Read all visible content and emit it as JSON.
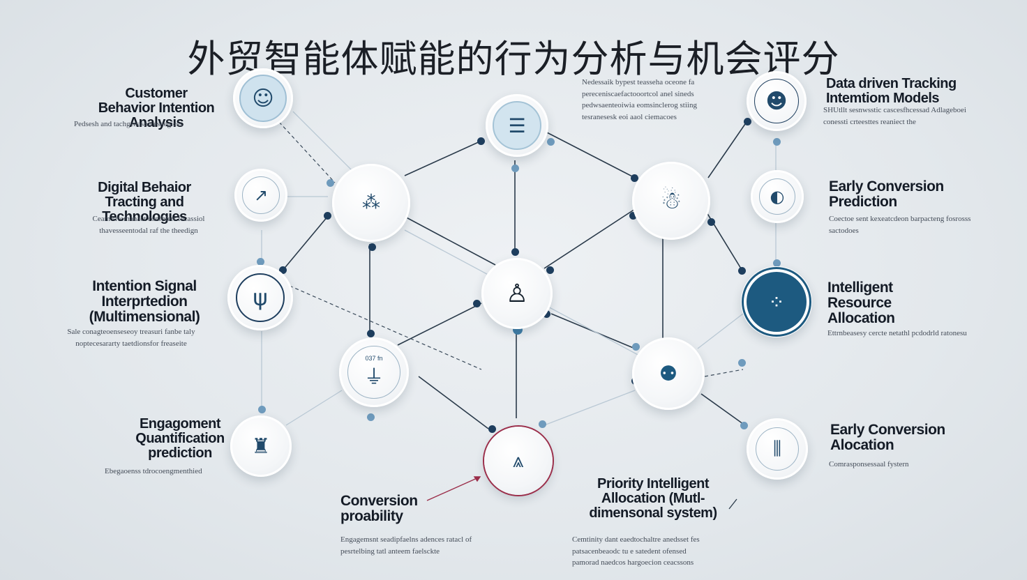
{
  "title": "外贸智能体赋能的行为分析与机会评分",
  "colors": {
    "dark_node": "#1d5a80",
    "accent_ring": "#9b2e4a",
    "line": "#243645",
    "line_light": "#b7c7d3"
  },
  "nodes": [
    {
      "label": "Customer Behavior Intention Analysis",
      "desc": "Pedsesh and tachgenason esnegices",
      "icon": "person-bust-icon"
    },
    {
      "label": "Digital Behaior Tracting and Technologies",
      "desc": "Ceam srtomanact conrhierr fecassiol thavesseentodal raf the theedign",
      "icon": "signal-path-icon"
    },
    {
      "label": "Intention Signal Interprtedion (Multimensional)",
      "desc": "Sale conagteoenseseoy treasuri fanbe taly noptecesararty taetdionsfor freaseite",
      "icon": "interpretation-icon"
    },
    {
      "label": "Engagoment Quantification prediction",
      "desc": "Ebegaoenss tdrocoengmenthied",
      "icon": "bottle-icon"
    },
    {
      "label": "Conversion proability",
      "desc": "Engagemsnt seadipfaelns adences ratacl of pesrtelbing tatl anteem faelsckte",
      "icon": "triangle-marker-icon"
    },
    {
      "label": "Priority Intelligent Allocation (Mutl-dimensonal system)",
      "desc": "Cemtinity dant eaedtochaltre anedsset fes patsacenbeaodc tu e satedent ofensed pamorad naedcos hargoecion ceacssons",
      "icon": "priority-icon"
    },
    {
      "label": "Data driven Tracking Intemtiom Models",
      "desc": "SHUtllt sesnwsstic cascesfhcessad Adlageboei conessti crteesttes reaniect the",
      "icon": "face-model-icon"
    },
    {
      "label": "Early Conversion Prediction",
      "desc": "Coectoe sent kexeatcdeon barpacteng fosrosss sactodoes",
      "icon": "bulb-icon"
    },
    {
      "label": "Intelligent Resource Allocation",
      "desc": "Ettrnbeasesy cercte netathl pcdodrld ratonesu",
      "icon": "resource-icon"
    },
    {
      "label": "Early Conversion Alocation",
      "desc": "Comrasponsessaal fystern",
      "icon": "chart-icon"
    }
  ],
  "center_hub_desc": "Nedessaik bypest teasseha oceone fa pereceniscaefactooortcol anel sineds pedwsaenteoiwia eomsinclerog stiing tesranesesk eoi aaol ciemacoes",
  "hub_label_small": "037 fn"
}
